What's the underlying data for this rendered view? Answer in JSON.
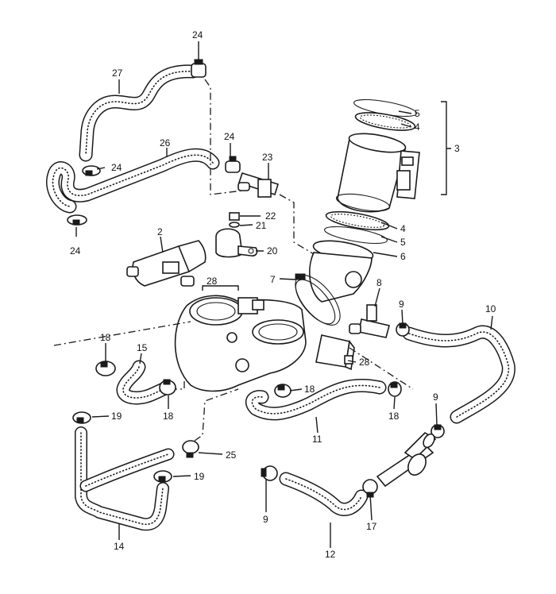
{
  "labels": {
    "p2": "2",
    "p3": "3",
    "p4a": "4",
    "p4b": "4",
    "p5a": "5",
    "p5b": "5",
    "p6": "6",
    "p7": "7",
    "p8": "8",
    "p9a": "9",
    "p9b": "9",
    "p9c": "9",
    "p10": "10",
    "p11": "11",
    "p12": "12",
    "p14": "14",
    "p15": "15",
    "p17": "17",
    "p18a": "18",
    "p18b": "18",
    "p18c": "18",
    "p18d": "18",
    "p19a": "19",
    "p19b": "19",
    "p20": "20",
    "p21": "21",
    "p22": "22",
    "p23": "23",
    "p24a": "24",
    "p24b": "24",
    "p24c": "24",
    "p24d": "24",
    "p25": "25",
    "p26": "26",
    "p27": "27",
    "p28a": "28",
    "p28b": "28"
  }
}
